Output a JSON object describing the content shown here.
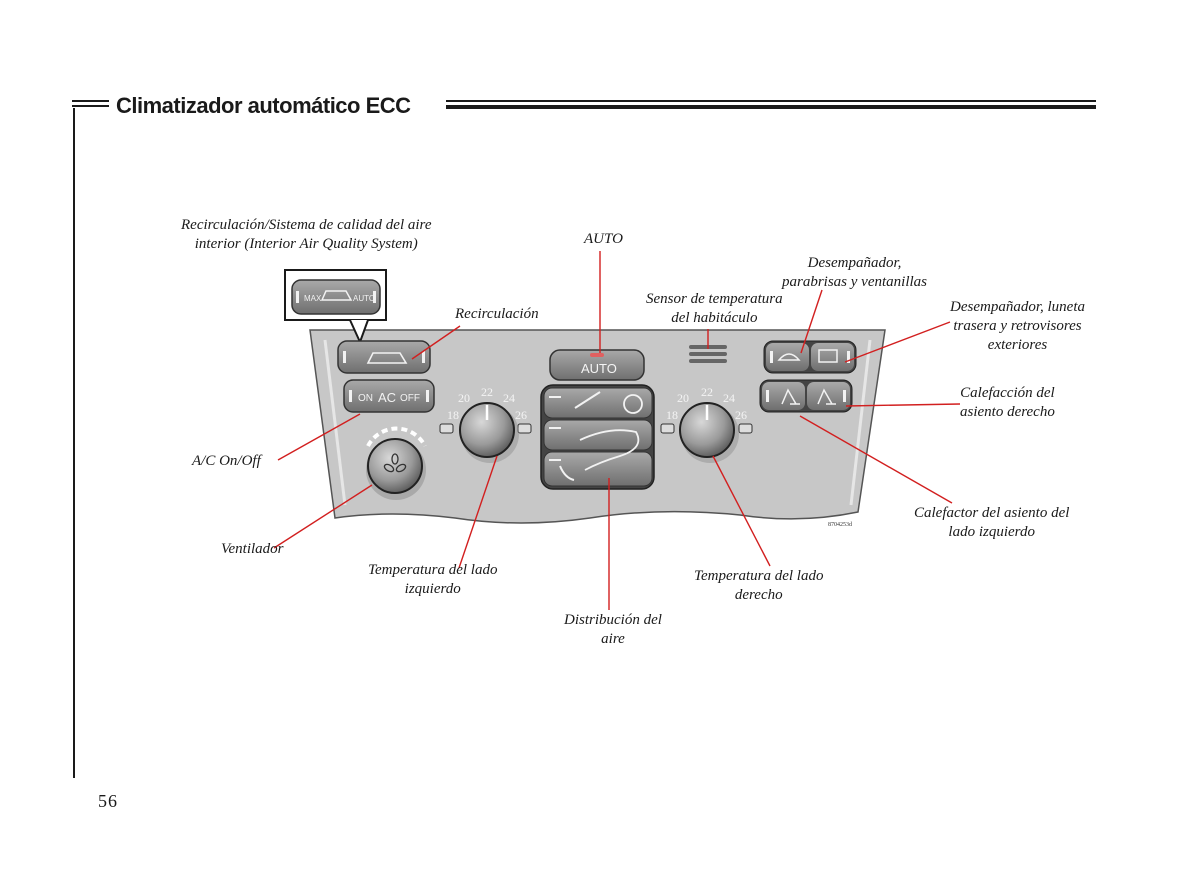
{
  "header": {
    "title": "Climatizador automático ECC"
  },
  "labels": {
    "recirc_iaqs_1": "Recirculación/Sistema de calidad del aire",
    "recirc_iaqs_2": "interior (Interior Air Quality System)",
    "auto": "AUTO",
    "defrost_windshield_1": "Desempañador,",
    "defrost_windshield_2": "parabrisas y ventanillas",
    "cabin_sensor_1": "Sensor de temperatura",
    "cabin_sensor_2": "del habitáculo",
    "recirculation": "Recirculación",
    "rear_defrost_1": "Desempañador, luneta",
    "rear_defrost_2": "trasera y retrovisores",
    "rear_defrost_3": "exteriores",
    "right_seat_1": "Calefacción del",
    "right_seat_2": "asiento derecho",
    "ac_onoff": "A/C On/Off",
    "fan": "Ventilador",
    "left_temp_1": "Temperatura del lado",
    "left_temp_2": "izquierdo",
    "air_dist_1": "Distribución del",
    "air_dist_2": "aire",
    "right_temp_1": "Temperatura del lado",
    "right_temp_2": "derecho",
    "left_seat_1": "Calefactor del asiento del",
    "left_seat_2": "lado izquierdo"
  },
  "panel": {
    "inset_max": "MAX",
    "inset_auto": "AUTO",
    "ac_on": "ON",
    "ac_label": "AC",
    "ac_off": "OFF",
    "auto_button": "AUTO",
    "temp_left_ticks": [
      "18",
      "20",
      "22",
      "24",
      "26"
    ],
    "temp_right_ticks": [
      "18",
      "20",
      "22",
      "24",
      "26"
    ],
    "image_code": "8704253d"
  },
  "footer": {
    "page_number": "56"
  },
  "colors": {
    "callout": "#d21f1f",
    "panel": "#c9c9c9",
    "button": "#8a8a8a"
  }
}
